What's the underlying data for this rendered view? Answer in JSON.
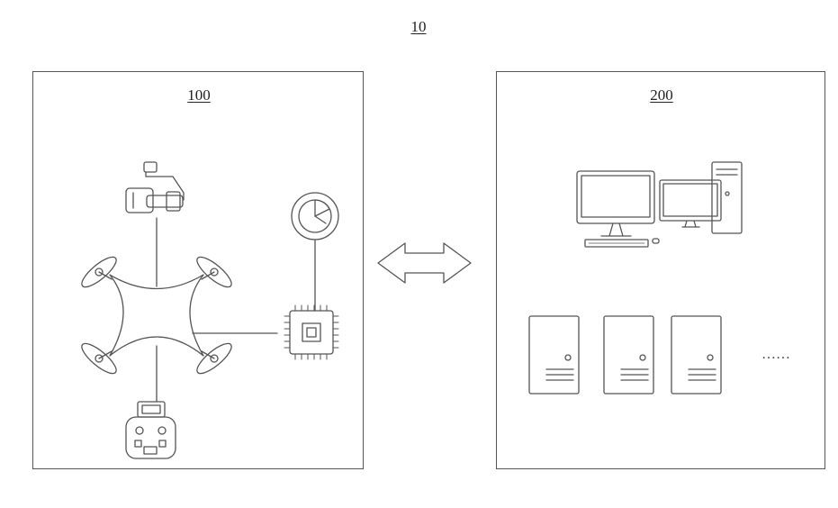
{
  "figure": {
    "system_label": "10",
    "left_panel": {
      "label": "100"
    },
    "right_panel": {
      "label": "200"
    },
    "ellipsis": "……"
  },
  "colors": {
    "stroke": "#555555",
    "background": "#ffffff"
  },
  "icons": {
    "drone": "quadcopter-icon",
    "camera": "gimbal-camera-icon",
    "radar": "radar-sensor-icon",
    "chip": "processor-chip-icon",
    "controller": "remote-controller-icon",
    "computer": "desktop-computer-icon",
    "server": "server-tower-icon",
    "arrow": "bidirectional-arrow-icon"
  }
}
